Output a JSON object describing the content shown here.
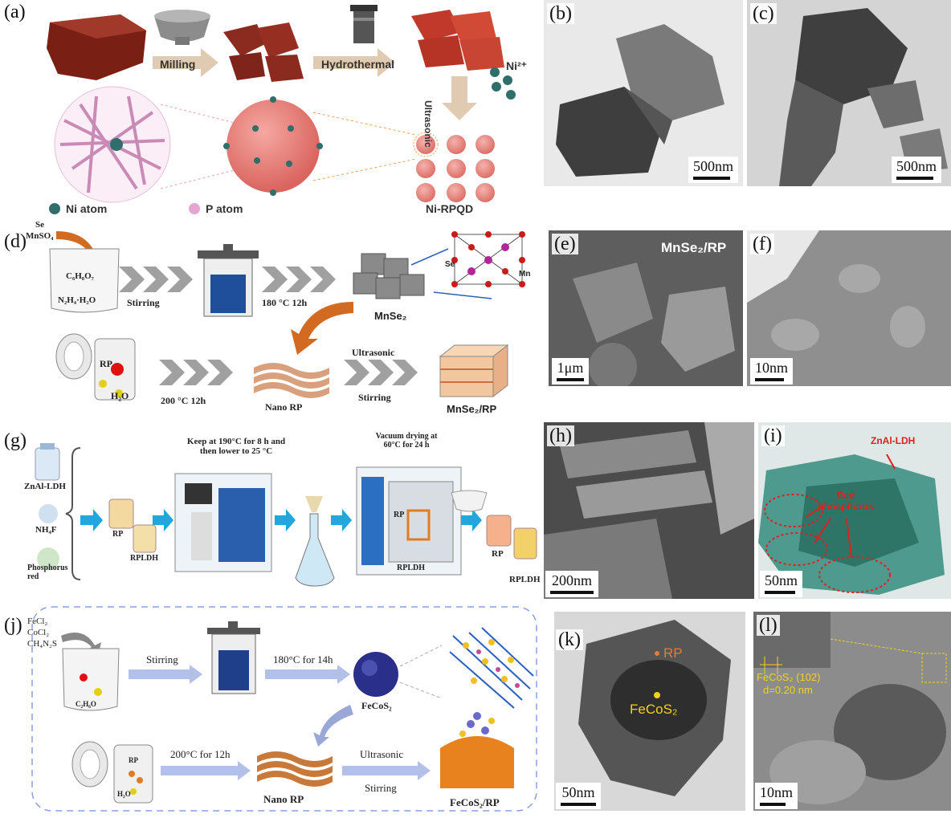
{
  "panels": {
    "a": {
      "label": "(a)",
      "steps": [
        "Milling",
        "Hydrothermal",
        "Ultrasonic"
      ],
      "ion": "Ni²⁺",
      "legend": [
        "Ni atom",
        "P atom"
      ],
      "product": "Ni-RPQD"
    },
    "b": {
      "label": "(b)",
      "scale": "500nm"
    },
    "c": {
      "label": "(c)",
      "scale": "500nm"
    },
    "d": {
      "label": "(d)",
      "reagents": [
        "Se",
        "MnSO₄"
      ],
      "solution": [
        "C₆H₈O₇",
        "N₂H₄·H₂O"
      ],
      "step1": "Stirring",
      "cond1": "180 °C  12h",
      "product1": "MnSe₂",
      "atoms": [
        "Se",
        "Mn"
      ],
      "rp": "RP",
      "water": "H₂O",
      "cond2": "200 °C  12h",
      "nano": "Nano RP",
      "step2a": "Ultrasonic",
      "step2b": "Stirring",
      "final": "MnSe₂/RP"
    },
    "e": {
      "label": "(e)",
      "title": "MnSe₂/RP",
      "scale": "1μm"
    },
    "f": {
      "label": "(f)",
      "scale": "10nm"
    },
    "g": {
      "label": "(g)",
      "inputs": [
        "ZnAl-LDH",
        "NH₄F",
        "Phosphorus red"
      ],
      "bottles": [
        "RP",
        "RPLDH"
      ],
      "oven1": "Keep at 190°C for 8 h and then lower to 25 °C",
      "oven2": "Vacuum drying at 60°C  for 24 h",
      "oven2_labels": [
        "RP",
        "RPLDH"
      ],
      "outputs": [
        "RP",
        "RPLDH"
      ]
    },
    "h": {
      "label": "(h)",
      "scale": "200nm"
    },
    "i": {
      "label": "(i)",
      "tag1": "ZnAl-LDH",
      "tag2": "Red phosphorus",
      "scale": "50nm"
    },
    "j": {
      "label": "(j)",
      "reagents": [
        "FeCl₂",
        "CoCl₂",
        "CH₄N₂S"
      ],
      "water": "C₂H₆O",
      "step1": "Stirring",
      "cond1": "180°C for 14h",
      "product1": "FeCoS₂",
      "rp": "RP",
      "water2": "H₂O",
      "cond2": "200°C for 12h",
      "nano": "Nano RP",
      "step2a": "Ultrasonic",
      "step2b": "Stirring",
      "final": "FeCoS₂/RP"
    },
    "k": {
      "label": "(k)",
      "tag1": "RP",
      "tag2": "FeCoS₂",
      "scale": "50nm"
    },
    "l": {
      "label": "(l)",
      "tag": "FeCoS₂ (102)",
      "tag2": "d=0.20 nm",
      "scale": "10nm"
    }
  },
  "colors": {
    "red_p": "#8b2a1e",
    "arrow_tan": "#d9c3a8",
    "arrow_gray": "#9a9a9a",
    "arrow_blue": "#2aa7d8",
    "ldh_green": "#3f8f86",
    "dash_red": "#e02020",
    "yellow": "#f2d21b",
    "orange": "#e07c3a"
  }
}
